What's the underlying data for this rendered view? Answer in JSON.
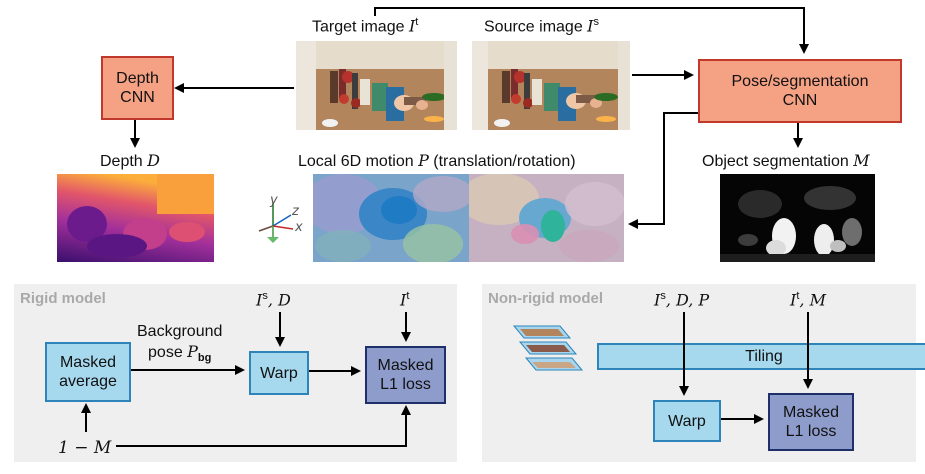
{
  "top": {
    "target_label": "Target image ",
    "target_sym": "I",
    "target_sup": "t",
    "source_label": "Source image ",
    "source_sym": "I",
    "source_sup": "s",
    "depth_cnn": [
      "Depth",
      "CNN"
    ],
    "pose_cnn": [
      "Pose/segmentation",
      "CNN"
    ],
    "depth_label": "Depth ",
    "depth_sym": "D",
    "motion_label": "Local 6D motion ",
    "motion_sym": "P",
    "motion_suffix": " (translation/rotation)",
    "seg_label": "Object segmentation ",
    "seg_sym": "M",
    "axes": {
      "y": "y",
      "z": "z",
      "x": "x"
    }
  },
  "rigid": {
    "title": "Rigid model",
    "input_sd": "I",
    "input_sd_sup": "s",
    "input_sd_rest": ", D",
    "input_t": "I",
    "input_t_sup": "t",
    "bg_pose_line1": "Background",
    "bg_pose_line2": "pose ",
    "bg_pose_sym": "P",
    "bg_pose_sub": "bg",
    "masked_average": [
      "Masked",
      "average"
    ],
    "warp": "Warp",
    "masked_l1": [
      "Masked",
      "L1 loss"
    ],
    "one_minus_m": "1 − M"
  },
  "nonrigid": {
    "title": "Non-rigid model",
    "input_sdp": "I",
    "input_sdp_sup": "s",
    "input_sdp_rest": ", D, P",
    "input_tm": "I",
    "input_tm_sup": "t",
    "input_tm_rest": ", M",
    "tiling": "Tiling",
    "warp": "Warp",
    "masked_l1": [
      "Masked",
      "L1 loss"
    ]
  },
  "colors": {
    "red_box": "#f4a184",
    "blue_box": "#a6d8ee",
    "navy_box": "#8e9ccc",
    "panel": "#efefef"
  }
}
